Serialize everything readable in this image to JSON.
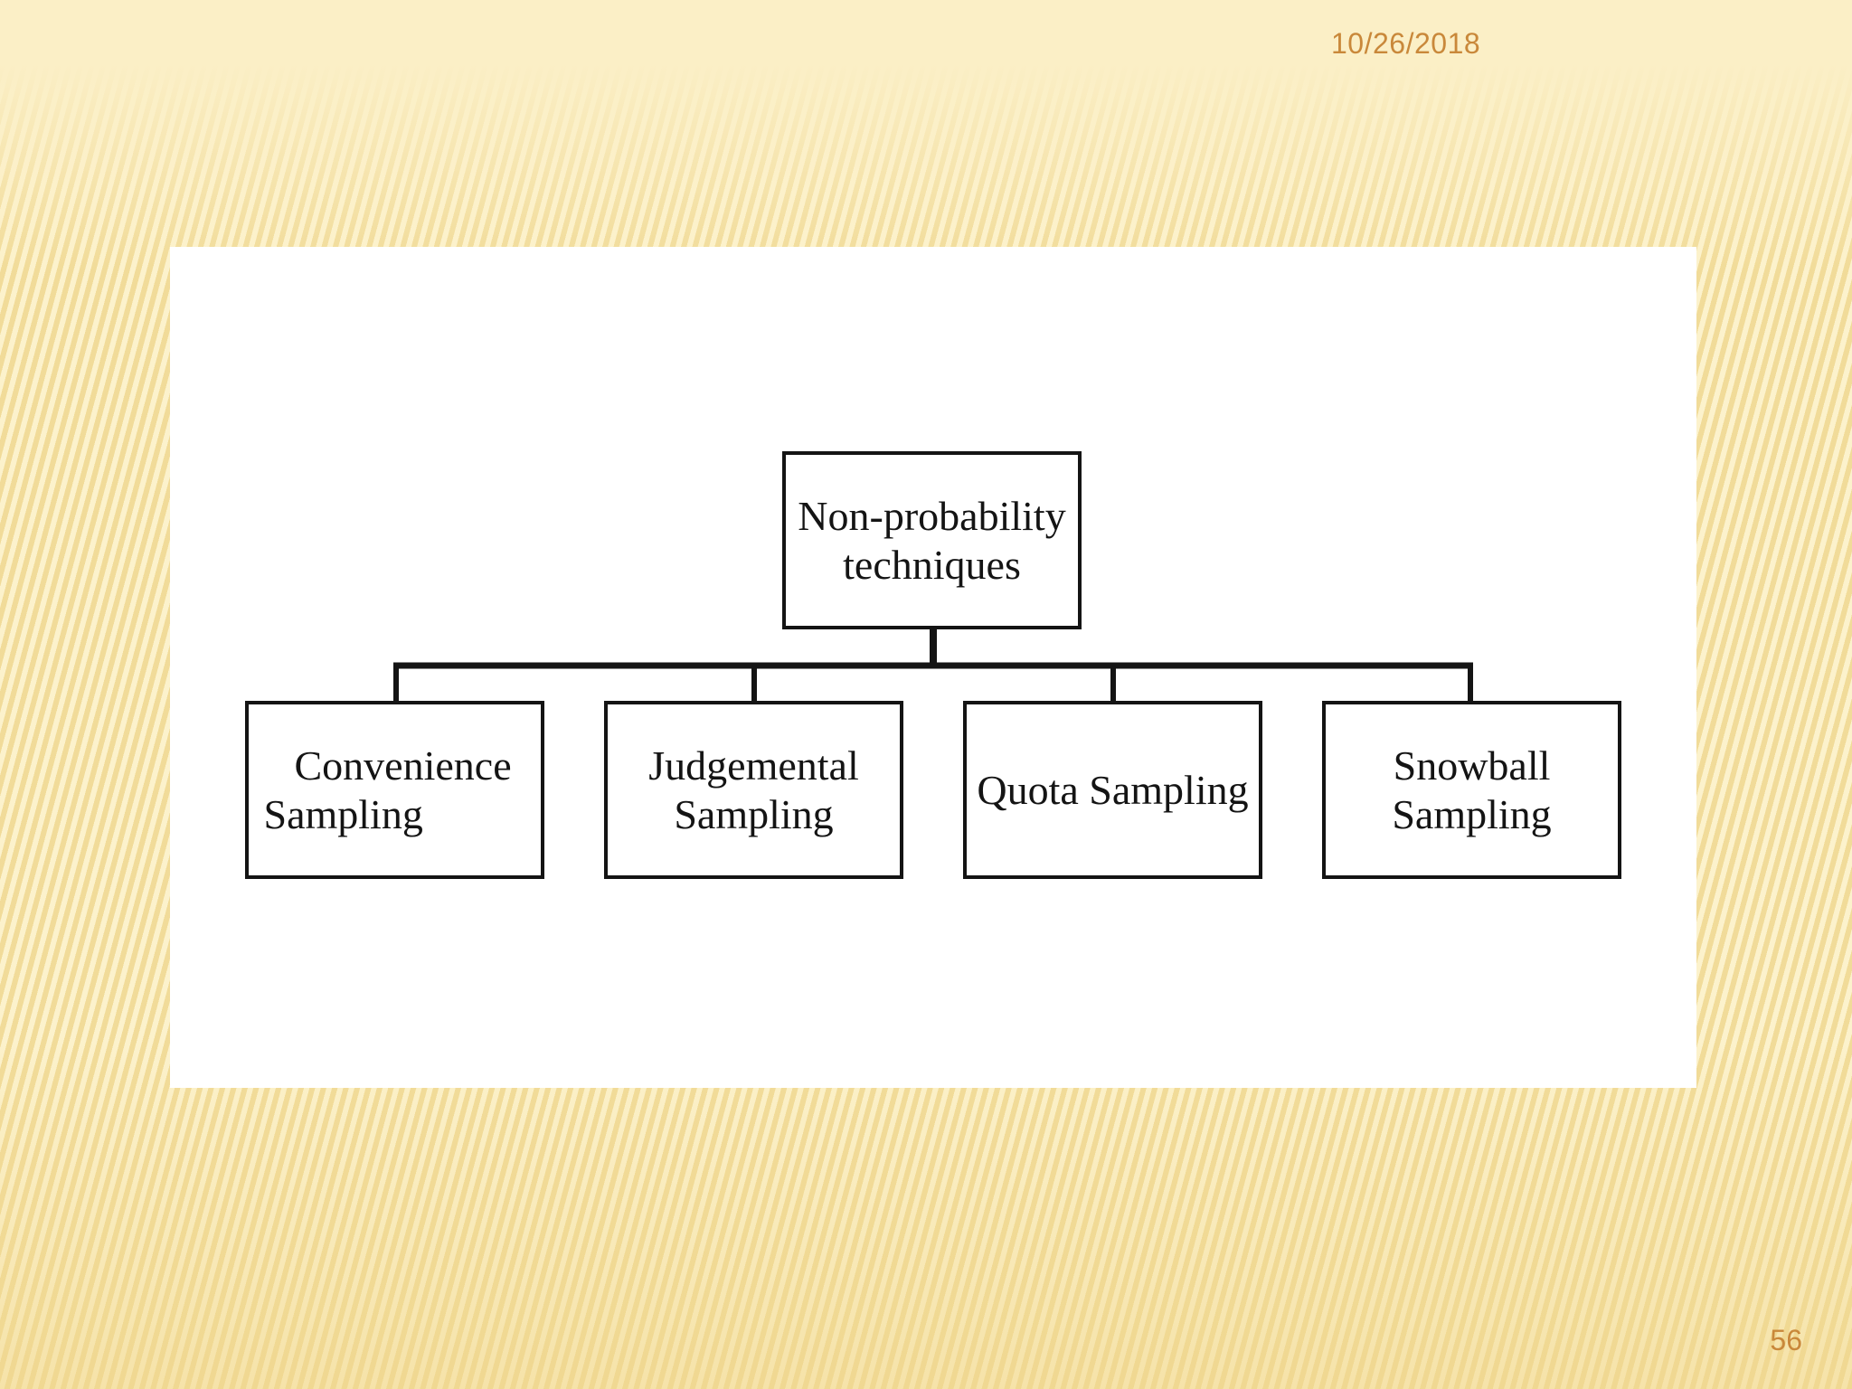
{
  "slide": {
    "date": "10/26/2018",
    "page_number": "56"
  },
  "diagram": {
    "root": {
      "label": "Non-probability techniques"
    },
    "children": [
      {
        "label": "Convenience Sampling"
      },
      {
        "label": "Judgemental Sampling"
      },
      {
        "label": "Quota Sampling"
      },
      {
        "label": "Snowball Sampling"
      }
    ]
  }
}
